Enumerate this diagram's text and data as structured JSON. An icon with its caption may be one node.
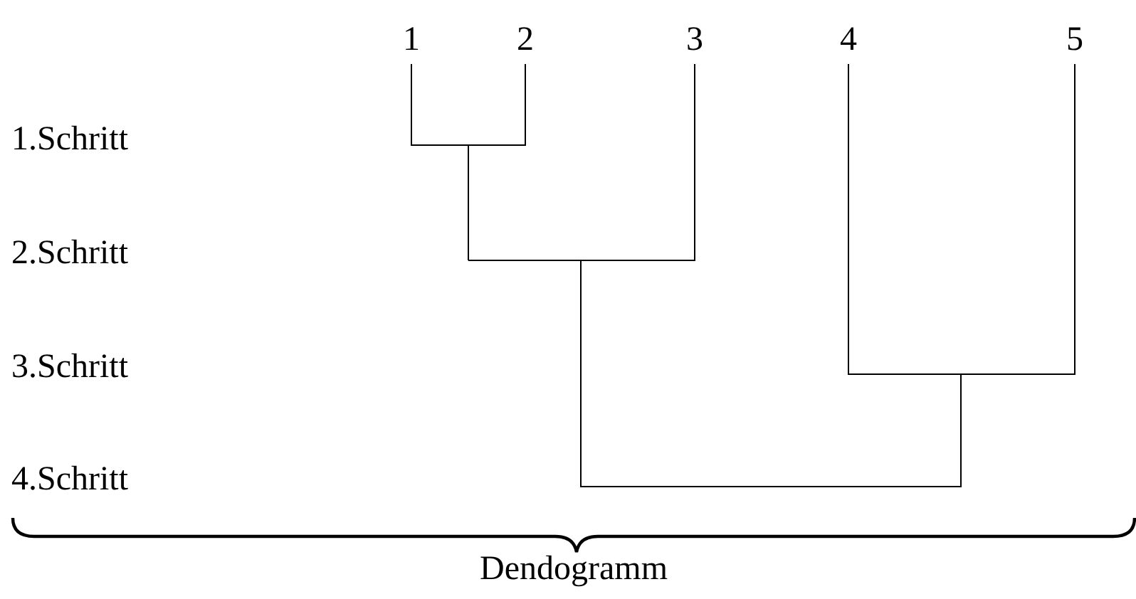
{
  "diagram": {
    "labels": [
      "1",
      "2",
      "3",
      "4",
      "5",
      "1.Schritt",
      "2.Schritt",
      "3.Schritt",
      "4.Schritt",
      "Dendogramm"
    ]
  }
}
